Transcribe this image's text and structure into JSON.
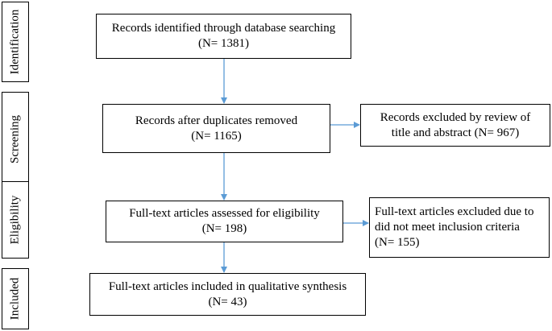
{
  "stages": {
    "identification": "Identification",
    "screening": "Screening",
    "eligibility": "Eligibility",
    "included": "Included"
  },
  "boxes": {
    "identified": {
      "line1": "Records identified through database searching",
      "line2": "(N= 1381)"
    },
    "after_duplicates": {
      "line1": "Records after duplicates removed",
      "line2": "(N= 1165)"
    },
    "excluded_title_abstract": {
      "line1": "Records excluded by review of",
      "line2": "title and abstract (N= 967)"
    },
    "assessed": {
      "line1": "Full-text articles assessed for eligibility",
      "line2": "(N= 198)"
    },
    "excluded_fulltext": {
      "line1": "Full-text articles excluded due to",
      "line2": "did not meet inclusion criteria",
      "line3": "(N= 155)"
    },
    "included": {
      "line1": "Full-text articles included in qualitative synthesis",
      "line2": "(N= 43)"
    }
  },
  "colors": {
    "arrow": "#5b9bd5",
    "border": "#000000"
  }
}
